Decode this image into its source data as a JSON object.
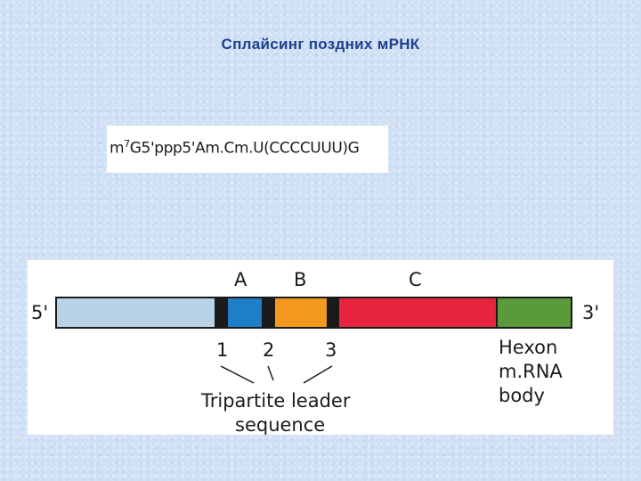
{
  "title": "Сплайсинг поздних мРНК",
  "cap_sequence": {
    "prefix": "m",
    "superscript": "7",
    "rest": "G5'ppp5'Am.Cm.U(CCCCUUU)G"
  },
  "diagram": {
    "end_5": "5'",
    "end_3": "3'",
    "segments": [
      {
        "id": "body-start",
        "color": "#b8d3e8"
      },
      {
        "id": "leader-1",
        "color": "#1e7fc8"
      },
      {
        "id": "leader-2",
        "color": "#f39a1e"
      },
      {
        "id": "hexon-main",
        "color": "#e8233d"
      },
      {
        "id": "hexon-end",
        "color": "#5a9a3a"
      }
    ],
    "splice_marker_color": "#1a1a1a",
    "top_labels": [
      "A",
      "B",
      "C"
    ],
    "bottom_numbers": [
      "1",
      "2",
      "3"
    ],
    "leader_caption": [
      "Tripartite leader",
      "sequence"
    ],
    "body_caption": [
      "Hexon",
      "m.RNA",
      "body"
    ]
  }
}
